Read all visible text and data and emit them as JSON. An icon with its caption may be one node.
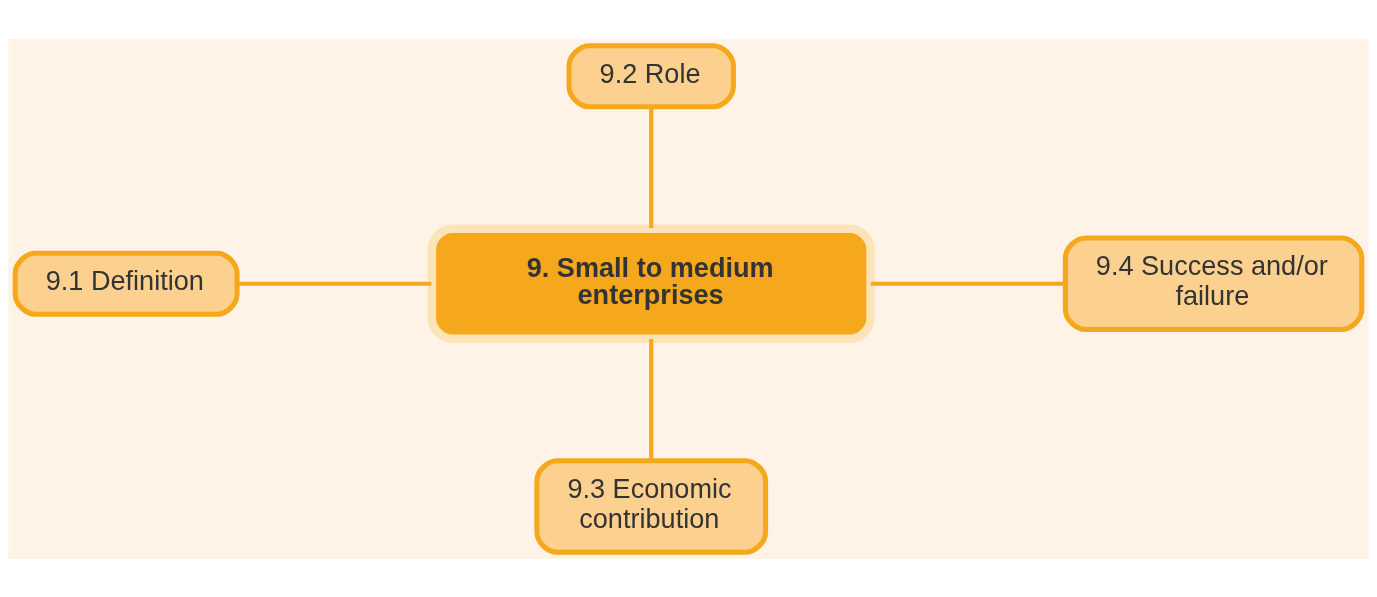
{
  "diagram": {
    "nodes": [
      {
        "text": [
          "9.2 Role"
        ]
      },
      {
        "text": [
          "9.1 Definition"
        ]
      },
      {
        "text": [
          "9. Small to medium enterprises"
        ]
      },
      {
        "text": [
          "9.4 Success and/or failure"
        ]
      },
      {
        "text": [
          "9.3 Economic contribution"
        ]
      }
    ],
    "edges": [
      {
        "from": 0,
        "to": 2,
        "arrow": "none"
      },
      {
        "from": 1,
        "to": 2,
        "arrow": "none"
      },
      {
        "from": 2,
        "to": 3,
        "arrow": "none"
      },
      {
        "from": 2,
        "to": 4,
        "arrow": "none"
      }
    ]
  }
}
